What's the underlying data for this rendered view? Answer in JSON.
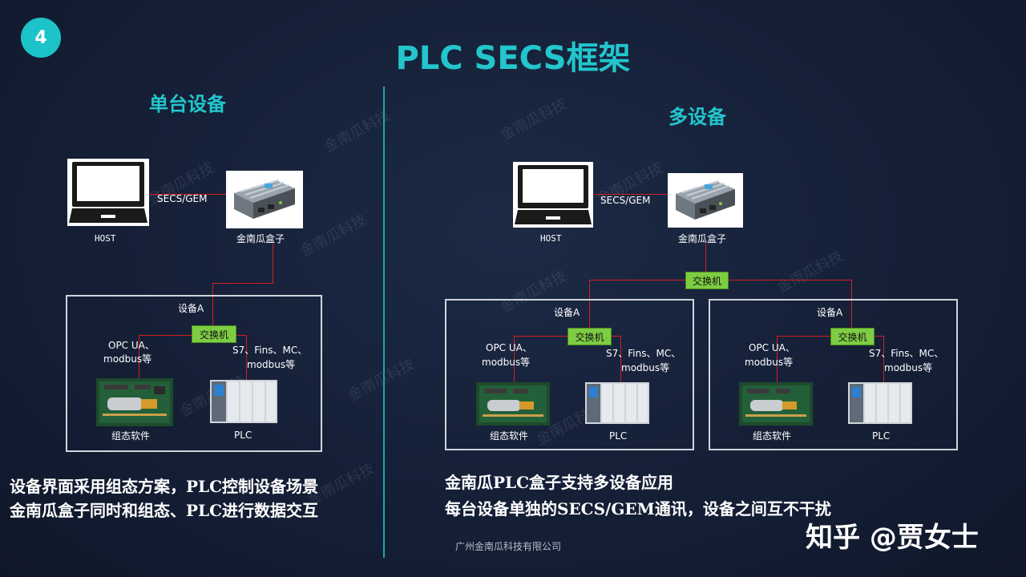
{
  "slide_number": "4",
  "title": "PLC SECS框架",
  "left": {
    "heading": "单台设备",
    "host_label": "HOST",
    "link_label": "SECS/GEM",
    "box_label": "金南瓜盒子",
    "device_label": "设备A",
    "switch_label": "交换机",
    "opc_line1": "OPC UA、",
    "opc_line2": "modbus等",
    "s7_line1": "S7、Fins、MC、",
    "s7_line2": "modbus等",
    "software_label": "组态软件",
    "plc_label": "PLC",
    "caption_line1": "设备界面采用组态方案，PLC控制设备场景",
    "caption_line2": "金南瓜盒子同时和组态、PLC进行数据交互"
  },
  "right": {
    "heading": "多设备",
    "host_label": "HOST",
    "link_label": "SECS/GEM",
    "box_label": "金南瓜盒子",
    "main_switch_label": "交换机",
    "devices": [
      {
        "device_label": "设备A",
        "switch_label": "交换机",
        "opc_line1": "OPC UA、",
        "opc_line2": "modbus等",
        "s7_line1": "S7、Fins、MC、",
        "s7_line2": "modbus等",
        "software_label": "组态软件",
        "plc_label": "PLC"
      },
      {
        "device_label": "设备A",
        "switch_label": "交换机",
        "opc_line1": "OPC UA、",
        "opc_line2": "modbus等",
        "s7_line1": "S7、Fins、MC、",
        "s7_line2": "modbus等",
        "software_label": "组态软件",
        "plc_label": "PLC"
      }
    ],
    "caption_line1": "金南瓜PLC盒子支持多设备应用",
    "caption_line2": "每台设备单独的SECS/GEM通讯，设备之间互不干扰"
  },
  "footer": "广州金南瓜科技有限公司",
  "credit": "知乎 @贾女士",
  "watermark": "金南瓜科技",
  "colors": {
    "accent": "#22c6cc",
    "switch": "#7dcd43",
    "line": "#d21e1e",
    "background": "#131d33"
  }
}
